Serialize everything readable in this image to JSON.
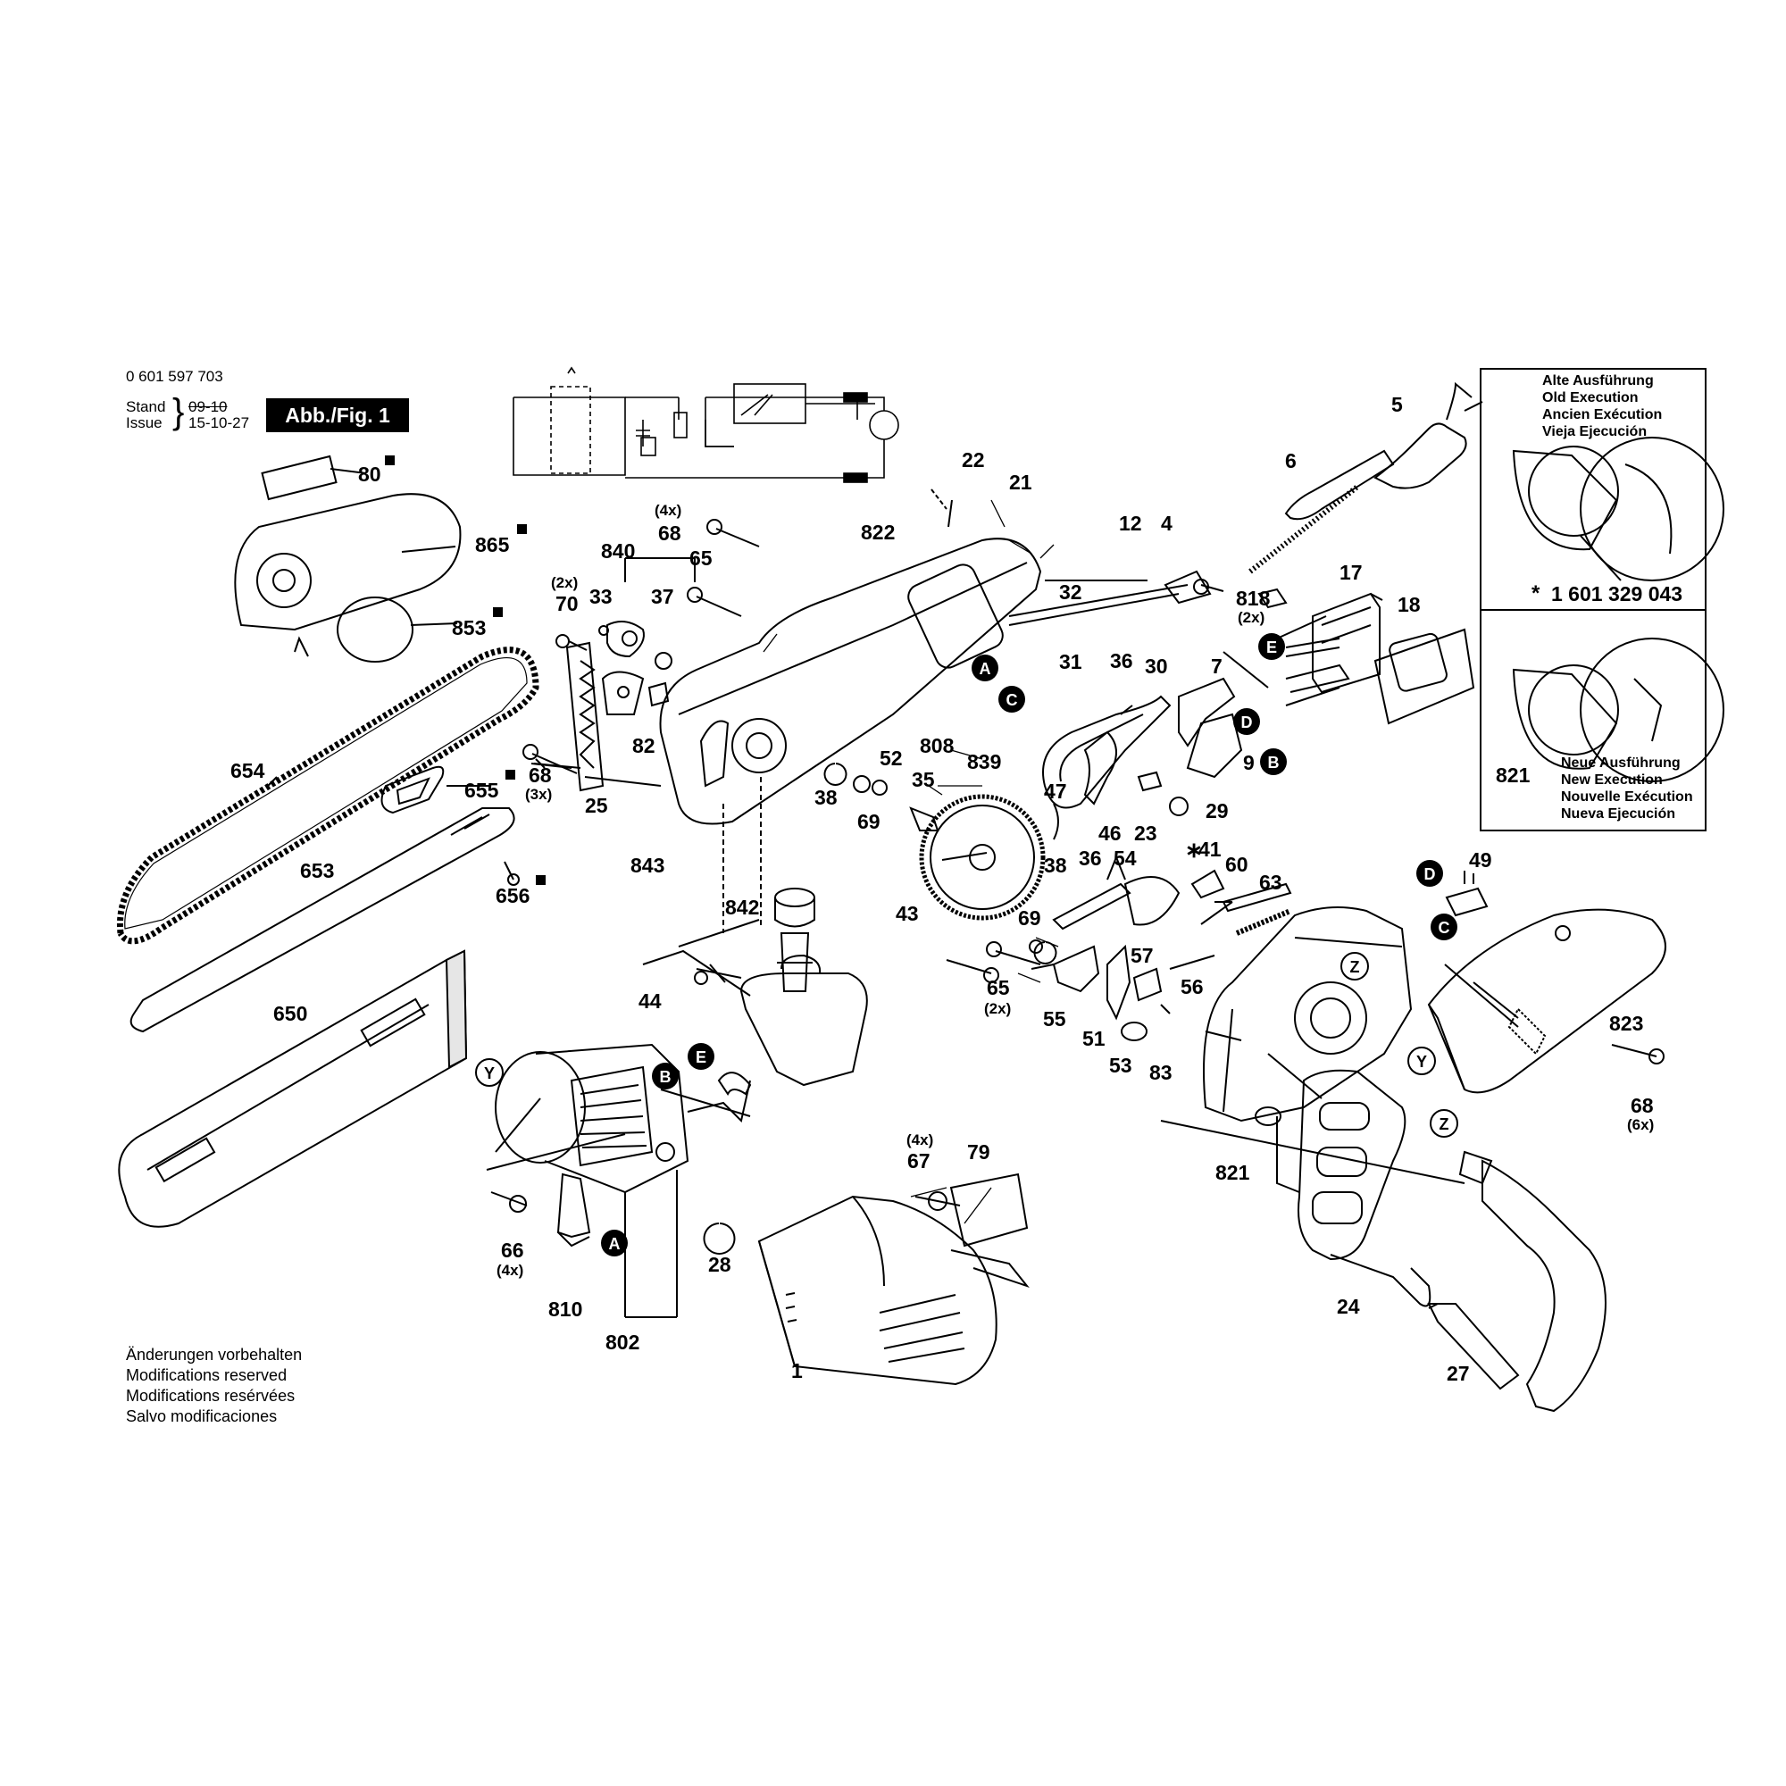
{
  "header": {
    "part_number": "0 601 597 703",
    "stand_label": "Stand",
    "issue_label": "Issue",
    "stand_date_old": "09-10",
    "issue_date": "15-10-27",
    "figure_label": "Abb./Fig. 1"
  },
  "inset": {
    "old_lines": [
      "Alte Ausführung",
      "Old Execution",
      "Ancien Exécution",
      "Vieja Ejecución"
    ],
    "new_lines": [
      "Neue Ausführung",
      "New Execution",
      "Nouvelle Exécution",
      "Nueva Ejecución"
    ],
    "part_ref": "1 601 329 043",
    "part_ref_marker": "*",
    "new_part_label": "821"
  },
  "note_lines": [
    "Änderungen vorbehalten",
    "Modifications reserved",
    "Modifications resérvées",
    "Salvo modificaciones"
  ],
  "part_labels": {
    "p80": "80",
    "p865": "865",
    "p853": "853",
    "p654": "654",
    "p655": "655",
    "p653": "653",
    "p656": "656",
    "p650": "650",
    "p70": "70",
    "p33": "33",
    "p840": "840",
    "p37": "37",
    "p68a": "68",
    "p65a": "65",
    "p822": "822",
    "p22": "22",
    "p21": "21",
    "p68b": "68",
    "p25": "25",
    "p82": "82",
    "p808": "808",
    "p38a": "38",
    "p69a": "69",
    "p52": "52",
    "p35": "35",
    "p839": "839",
    "p843": "843",
    "p842": "842",
    "p43": "43",
    "p44": "44",
    "p12": "12",
    "p4": "4",
    "p32": "32",
    "p31": "31",
    "p818": "818",
    "p6": "6",
    "p5": "5",
    "p17": "17",
    "p18": "18",
    "p36a": "36",
    "p30": "30",
    "p7": "7",
    "p9": "9",
    "p47": "47",
    "p46": "46",
    "p23": "23",
    "p29": "29",
    "p41": "41",
    "p60": "60",
    "p63": "63",
    "p38b": "38",
    "p36b": "36",
    "p54": "54",
    "p69b": "69",
    "p49": "49",
    "p65b": "65",
    "p55": "55",
    "p57": "57",
    "p56": "56",
    "p51": "51",
    "p53": "53",
    "p83": "83",
    "p821": "821",
    "p823": "823",
    "p68c": "68",
    "p24": "24",
    "p27": "27",
    "p66": "66",
    "p810": "810",
    "p802": "802",
    "p28": "28",
    "p67": "67",
    "p79": "79",
    "p1": "1"
  },
  "quantity_labels": {
    "q68a": "(4x)",
    "q70": "(2x)",
    "q68b": "(3x)",
    "q818": "(2x)",
    "q65b": "(2x)",
    "q68c": "(6x)",
    "q66": "(4x)",
    "q67": "(4x)"
  },
  "connector_letters": {
    "c_a1": "A",
    "c_c1": "C",
    "c_e1": "E",
    "c_d1": "D",
    "c_b1": "B",
    "c_d2": "D",
    "c_c2": "C",
    "c_b2": "B",
    "c_e2": "E",
    "c_a2": "A",
    "c_y1": "Y",
    "c_y2": "Y",
    "c_z1": "Z",
    "c_z2": "Z"
  },
  "colors": {
    "ink": "#000000",
    "paper": "#ffffff",
    "shade": "#e6e6e6"
  }
}
